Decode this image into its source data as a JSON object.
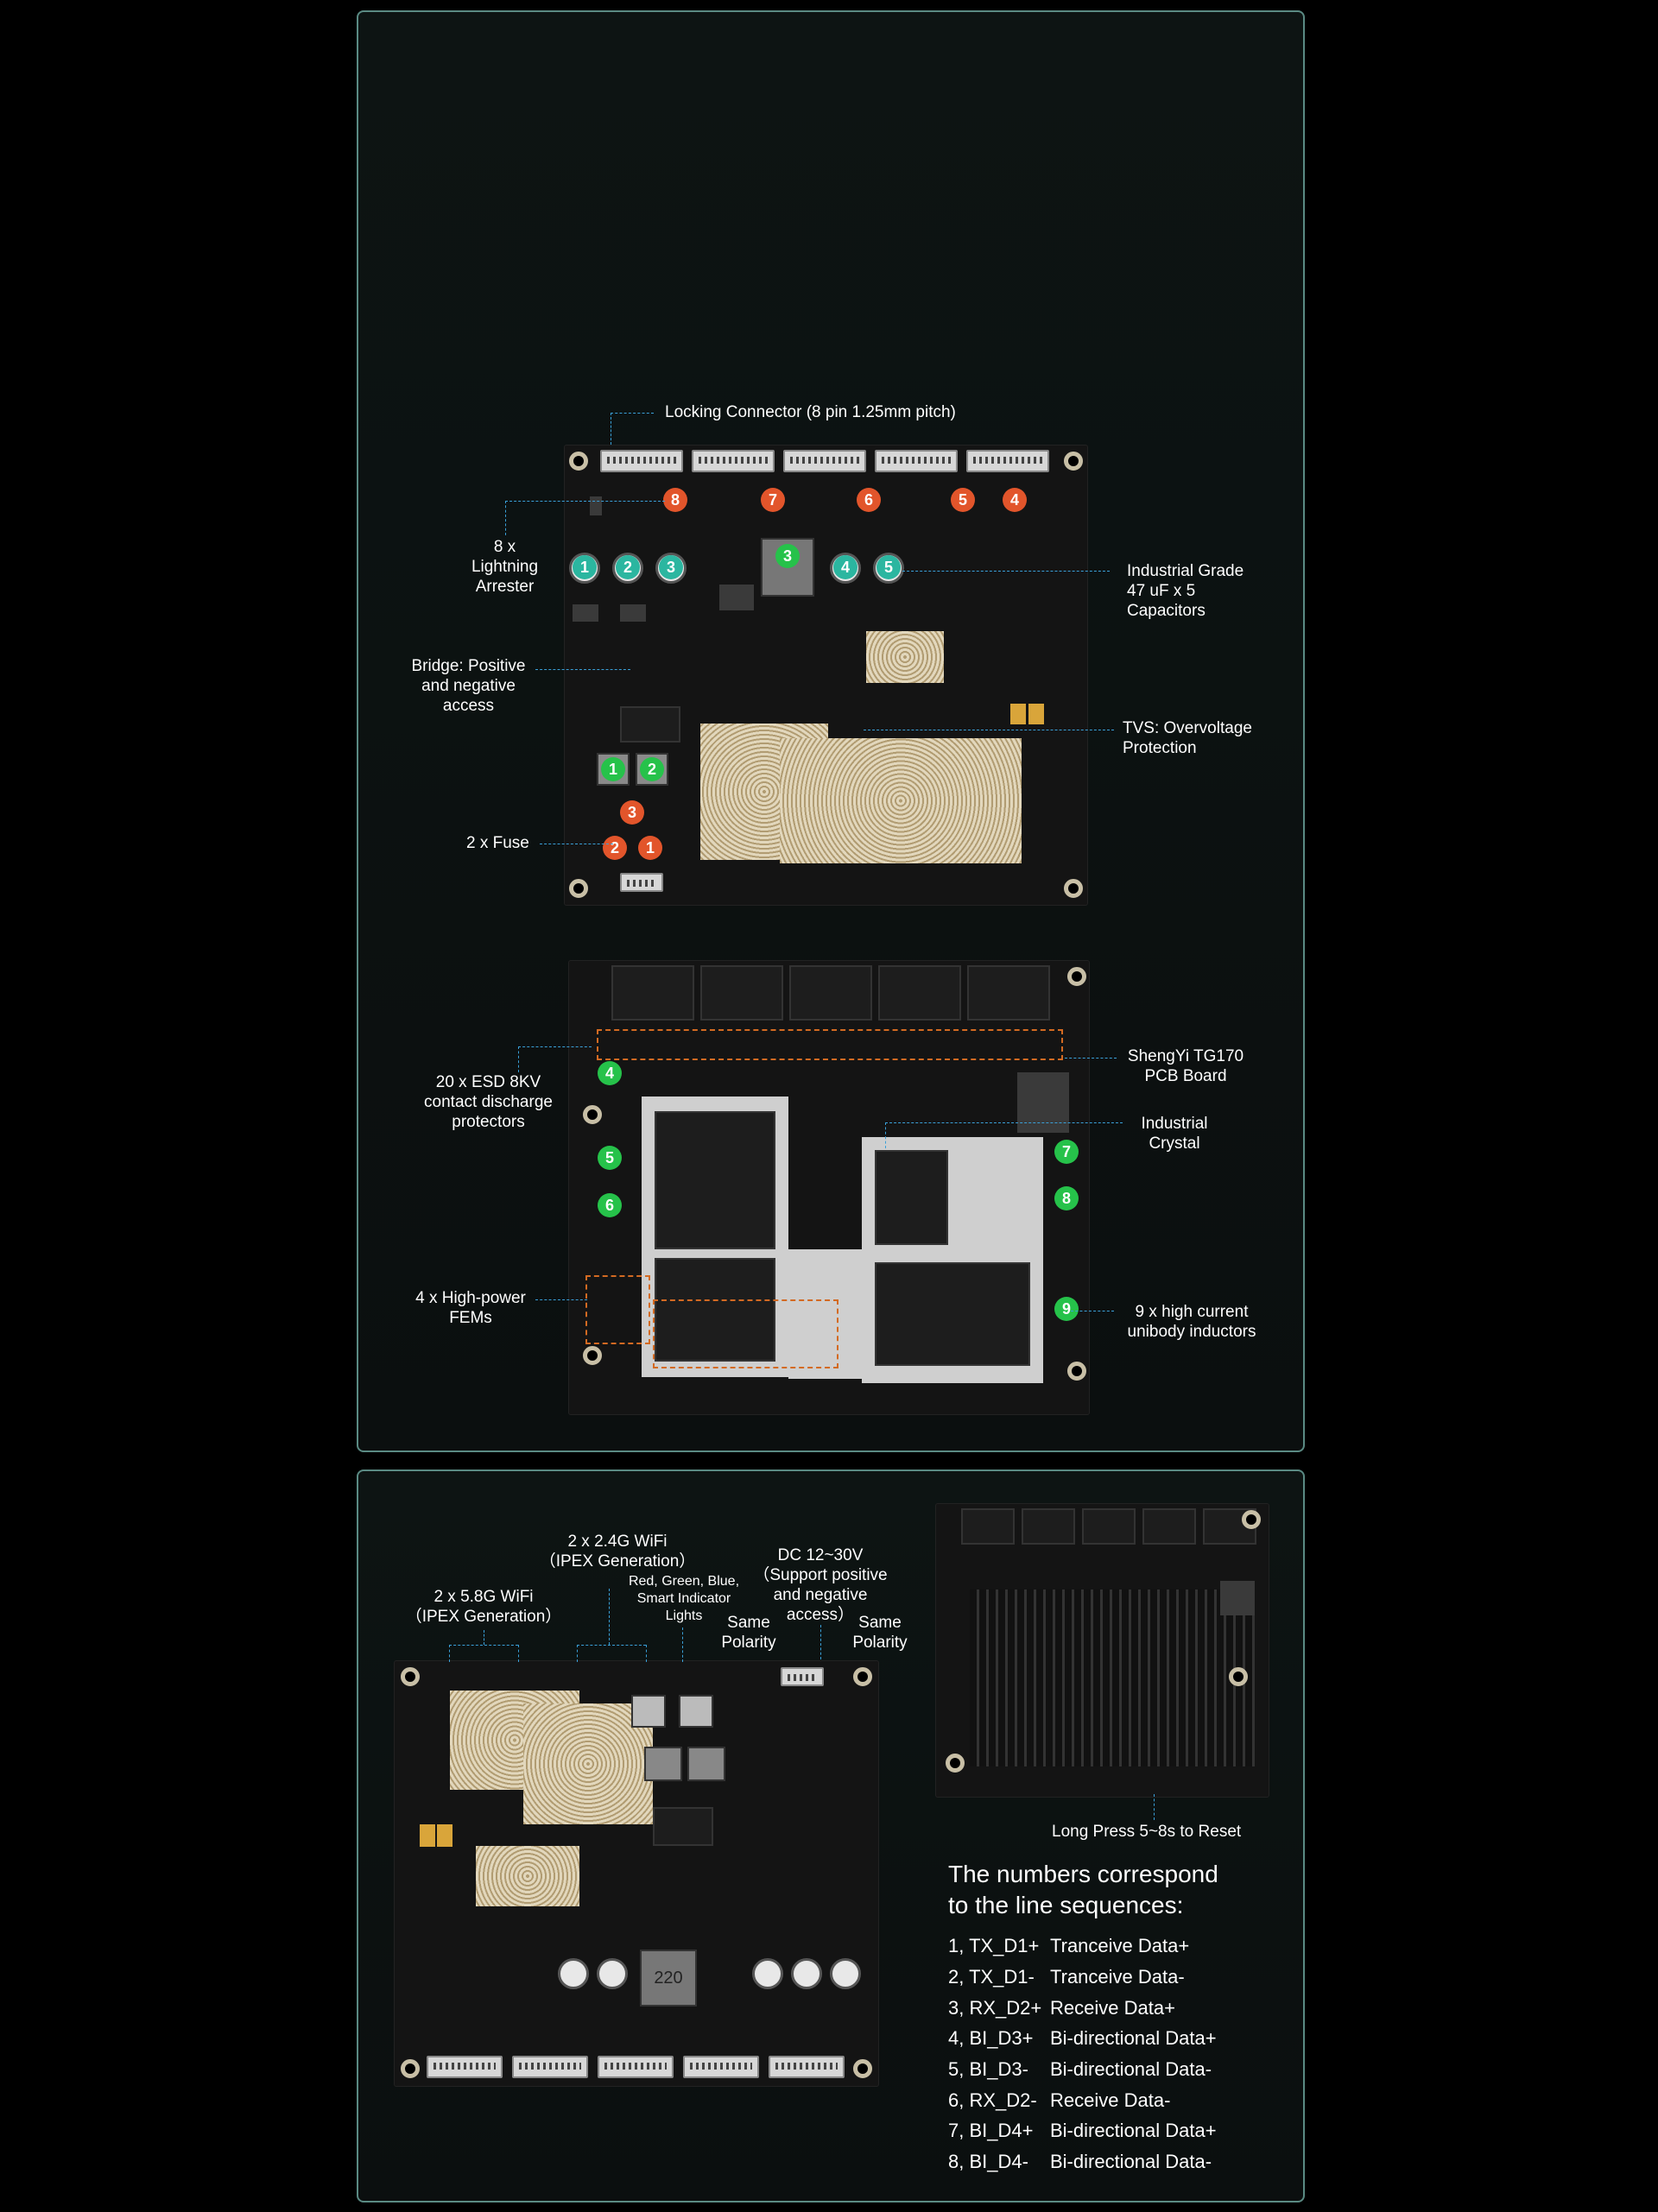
{
  "top_panel": {
    "board1_labels": {
      "locking_connector": "Locking Connector (8 pin 1.25mm pitch)",
      "lightning_arrester": "8 x\nLightning\nArrester",
      "capacitors": "Industrial Grade\n47 uF x 5\nCapacitors",
      "bridge": "Bridge: Positive\nand negative\naccess",
      "tvs": "TVS: Overvoltage\nProtection",
      "fuse": "2 x Fuse"
    },
    "board1_badges": {
      "arresters": [
        "8",
        "7",
        "6",
        "5",
        "4"
      ],
      "capacitors": [
        "1",
        "2",
        "3",
        "3",
        "4",
        "5"
      ],
      "bridge": [
        "1",
        "2"
      ],
      "fuse": [
        "3",
        "2",
        "1"
      ]
    },
    "board2_labels": {
      "esd": "20 x ESD 8KV\ncontact discharge\nprotectors",
      "pcb": "ShengYi TG170\nPCB Board",
      "crystal": "Industrial\nCrystal",
      "fems": "4 x High-power\nFEMs",
      "inductors": "9 x high current\nunibody inductors"
    },
    "board2_badges": [
      "4",
      "5",
      "6",
      "7",
      "8",
      "9"
    ]
  },
  "bottom_panel": {
    "labels": {
      "wifi24": "2 x 2.4G WiFi\n（IPEX Generation）",
      "wifi58": "2 x 5.8G WiFi\n（IPEX Generation）",
      "lights": "Red, Green, Blue,\nSmart Indicator\nLights",
      "dc": "DC 12~30V\n（Support positive\nand negative\naccess）",
      "same_left": "Same\nPolarity",
      "same_right": "Same\nPolarity",
      "reset": "Long Press 5~8s to Reset"
    },
    "cap_marking": "220",
    "sequences_title": "The numbers correspond\nto the line sequences:",
    "sequences": [
      {
        "num": "1, TX_D1+",
        "desc": "Tranceive Data+"
      },
      {
        "num": "2, TX_D1-",
        "desc": "Tranceive Data-"
      },
      {
        "num": "3, RX_D2+",
        "desc": "Receive Data+"
      },
      {
        "num": "4, BI_D3+",
        "desc": "Bi-directional Data+"
      },
      {
        "num": "5, BI_D3-",
        "desc": "Bi-directional Data-"
      },
      {
        "num": "6, RX_D2-",
        "desc": "Receive Data-"
      },
      {
        "num": "7, BI_D4+",
        "desc": "Bi-directional Data+"
      },
      {
        "num": "8, BI_D4-",
        "desc": "Bi-directional Data-"
      }
    ]
  },
  "colors": {
    "panel_border": "#5a8a83",
    "callout_line": "#3aa0d8",
    "orange_badge": "#e2552b",
    "teal_badge": "#2bb6a0",
    "green_badge": "#26c24a"
  }
}
